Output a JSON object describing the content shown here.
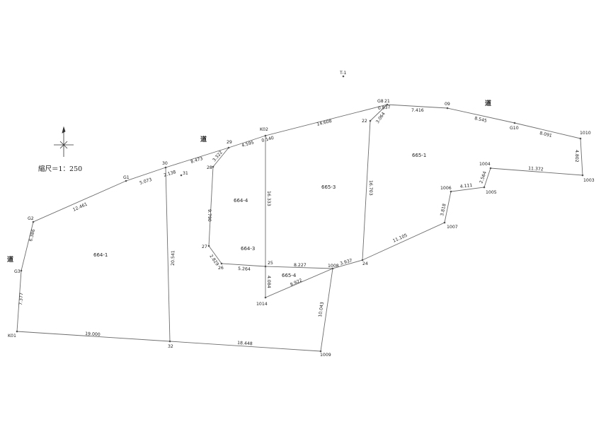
{
  "scale_label": "縮尺＝1：250",
  "road_label": "道",
  "points": [
    {
      "id": "T-1",
      "label": "T-1"
    },
    {
      "id": "G8",
      "label": "G8"
    },
    {
      "id": "21",
      "label": "21"
    },
    {
      "id": "09",
      "label": "09"
    },
    {
      "id": "G10",
      "label": "G10"
    },
    {
      "id": "1010",
      "label": "1010"
    },
    {
      "id": "1003",
      "label": "1003"
    },
    {
      "id": "1004",
      "label": "1004"
    },
    {
      "id": "1005",
      "label": "1005"
    },
    {
      "id": "1006",
      "label": "1006"
    },
    {
      "id": "1007",
      "label": "1007"
    },
    {
      "id": "24",
      "label": "24"
    },
    {
      "id": "22",
      "label": "22"
    },
    {
      "id": "K02",
      "label": "K02"
    },
    {
      "id": "29",
      "label": "29"
    },
    {
      "id": "28",
      "label": "28"
    },
    {
      "id": "30",
      "label": "30"
    },
    {
      "id": "31",
      "label": "31"
    },
    {
      "id": "G1",
      "label": "G1"
    },
    {
      "id": "G2",
      "label": "G2"
    },
    {
      "id": "G3",
      "label": "G3"
    },
    {
      "id": "K01",
      "label": "K01"
    },
    {
      "id": "32",
      "label": "32"
    },
    {
      "id": "1009",
      "label": "1009"
    },
    {
      "id": "1008",
      "label": "1008"
    },
    {
      "id": "1014",
      "label": "1014"
    },
    {
      "id": "25",
      "label": "25"
    },
    {
      "id": "26",
      "label": "26"
    },
    {
      "id": "27",
      "label": "27"
    }
  ],
  "distances": [
    "0.837",
    "7.416",
    "8.545",
    "8.091",
    "4.802",
    "11.372",
    "2.564",
    "4.111",
    "3.818",
    "11.105",
    "14.608",
    "3.064",
    "16.703",
    "0.140",
    "4.595",
    "3.322",
    "8.473",
    "2.138",
    "5.073",
    "12.461",
    "6.386",
    "7.377",
    "19.000",
    "18.448",
    "10.043",
    "20.541",
    "9.790",
    "2.829",
    "5.264",
    "8.227",
    "3.937",
    "16.333",
    "4.084",
    "8.922"
  ],
  "lots": [
    "665-1",
    "665-3",
    "664-4",
    "664-3",
    "665-4",
    "664-1"
  ]
}
